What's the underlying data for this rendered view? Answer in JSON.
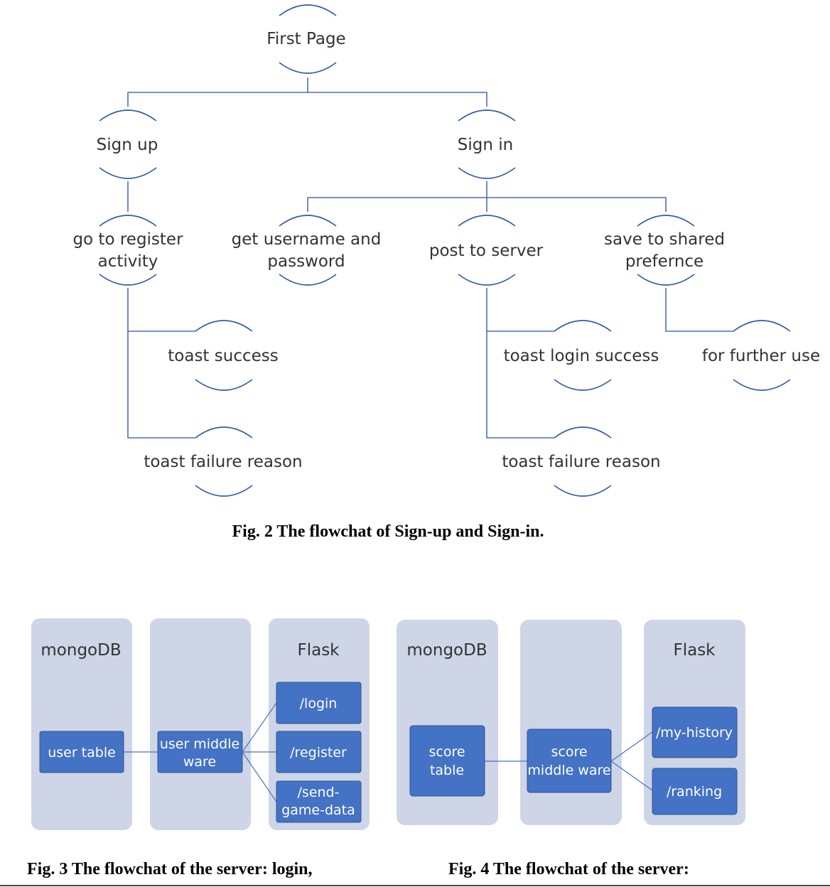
{
  "fig2": {
    "nodes": {
      "first_page": "First Page",
      "sign_up": "Sign up",
      "sign_in": "Sign in",
      "register_l1": "go to register",
      "register_l2": "activity",
      "getuser_l1": "get username and",
      "getuser_l2": "password",
      "post": "post to server",
      "save_l1": "save to shared",
      "save_l2": "prefernce",
      "toast_success": "toast success",
      "toast_fail_left": "toast failure reason",
      "toast_login": "toast login success",
      "toast_fail_right": "toast failure reason",
      "further": "for further use"
    },
    "caption": "Fig. 2 The flowchat of Sign-up and Sign-in."
  },
  "fig3": {
    "col_mongo": "mongoDB",
    "col_flask": "Flask",
    "user_table": "user table",
    "middle_l1": "user middle",
    "middle_l2": "ware",
    "route_login": "/login",
    "route_register": "/register",
    "route_send_l1": "/send-",
    "route_send_l2": "game-data",
    "caption": "Fig. 3 The flowchat of the server: login,"
  },
  "fig4": {
    "col_mongo": "mongoDB",
    "col_flask": "Flask",
    "score_table_l1": "score",
    "score_table_l2": "table",
    "middle_l1": "score",
    "middle_l2": "middle ware",
    "route_history": "/my-history",
    "route_ranking": "/ranking",
    "caption": "Fig. 4 The flowchat of the server:"
  },
  "colors": {
    "column_bg": "#ced5e6",
    "box_fill": "#4472c4",
    "box_border": "#2f5597",
    "line": "#4a6fb5"
  }
}
